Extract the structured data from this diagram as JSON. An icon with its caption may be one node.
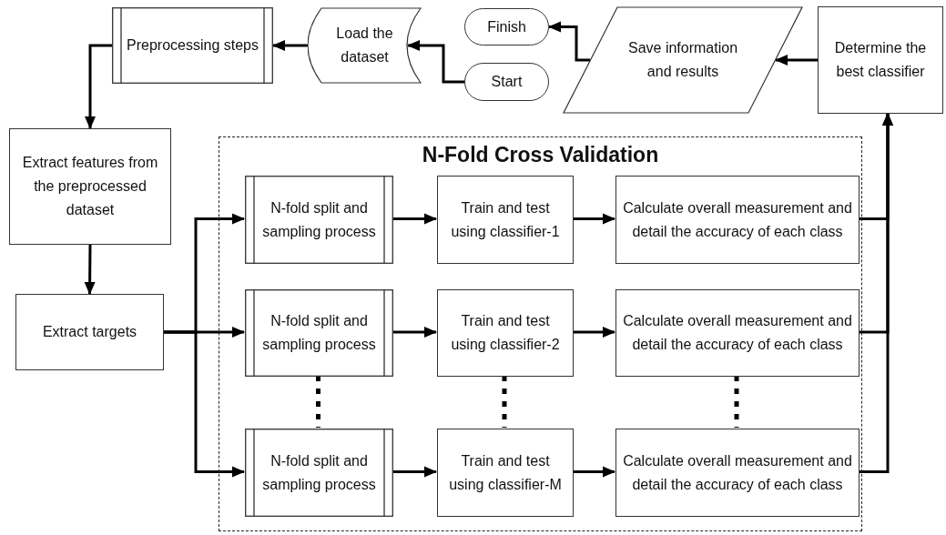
{
  "diagram": {
    "nodes": [
      {
        "text": [
          "Preprocessing steps"
        ]
      },
      {
        "text": [
          "Load the dataset"
        ]
      },
      {
        "text": [
          "Finish"
        ]
      },
      {
        "text": [
          "Start"
        ]
      },
      {
        "text": [
          "Save information and results"
        ]
      },
      {
        "text": [
          "Determine the best classifier"
        ]
      },
      {
        "text": [
          "Extract features from the preprocessed dataset"
        ]
      },
      {
        "text": [
          "Extract targets"
        ]
      },
      {
        "text": [
          "N-Fold Cross Validation"
        ]
      },
      {
        "text": [
          "N-fold split and sampling process"
        ],
        "in": 8
      },
      {
        "text": [
          "Train and test using classifier-1"
        ],
        "in": 8
      },
      {
        "text": [
          "Calculate overall measurement and detail the accuracy of each class"
        ],
        "in": 8
      },
      {
        "text": [
          "N-fold split and sampling process"
        ],
        "in": 8
      },
      {
        "text": [
          "Train and test using classifier-2"
        ],
        "in": 8
      },
      {
        "text": [
          "Calculate overall measurement and detail the accuracy of each class"
        ],
        "in": 8
      },
      {
        "text": [
          "N-fold split and sampling process"
        ],
        "in": 8
      },
      {
        "text": [
          "Train and test using classifier-M"
        ],
        "in": 8
      },
      {
        "text": [
          "Calculate overall measurement and detail the accuracy of each class"
        ],
        "in": 8
      }
    ],
    "edges": [
      {
        "from": 3,
        "to": 1,
        "arrow": "to"
      },
      {
        "from": 1,
        "to": 0,
        "arrow": "to"
      },
      {
        "from": 0,
        "to": 6,
        "arrow": "to"
      },
      {
        "from": 6,
        "to": 7,
        "arrow": "to"
      },
      {
        "from": 7,
        "to": 9,
        "arrow": "to"
      },
      {
        "from": 7,
        "to": 12,
        "arrow": "to"
      },
      {
        "from": 7,
        "to": 15,
        "arrow": "to"
      },
      {
        "from": 9,
        "to": 10,
        "arrow": "to"
      },
      {
        "from": 10,
        "to": 11,
        "arrow": "to"
      },
      {
        "from": 12,
        "to": 13,
        "arrow": "to"
      },
      {
        "from": 13,
        "to": 14,
        "arrow": "to"
      },
      {
        "from": 15,
        "to": 16,
        "arrow": "to"
      },
      {
        "from": 16,
        "to": 17,
        "arrow": "to"
      },
      {
        "from": 11,
        "to": 5,
        "arrow": "to"
      },
      {
        "from": 14,
        "to": 5,
        "arrow": "to"
      },
      {
        "from": 17,
        "to": 5,
        "arrow": "to"
      },
      {
        "from": 5,
        "to": 4,
        "arrow": "to"
      },
      {
        "from": 4,
        "to": 2,
        "arrow": "to"
      },
      {
        "from": 12,
        "to": 15,
        "arrow": "none",
        "style": "dashed"
      },
      {
        "from": 13,
        "to": 16,
        "arrow": "none",
        "style": "dashed"
      },
      {
        "from": 14,
        "to": 17,
        "arrow": "none",
        "style": "dashed"
      }
    ]
  }
}
